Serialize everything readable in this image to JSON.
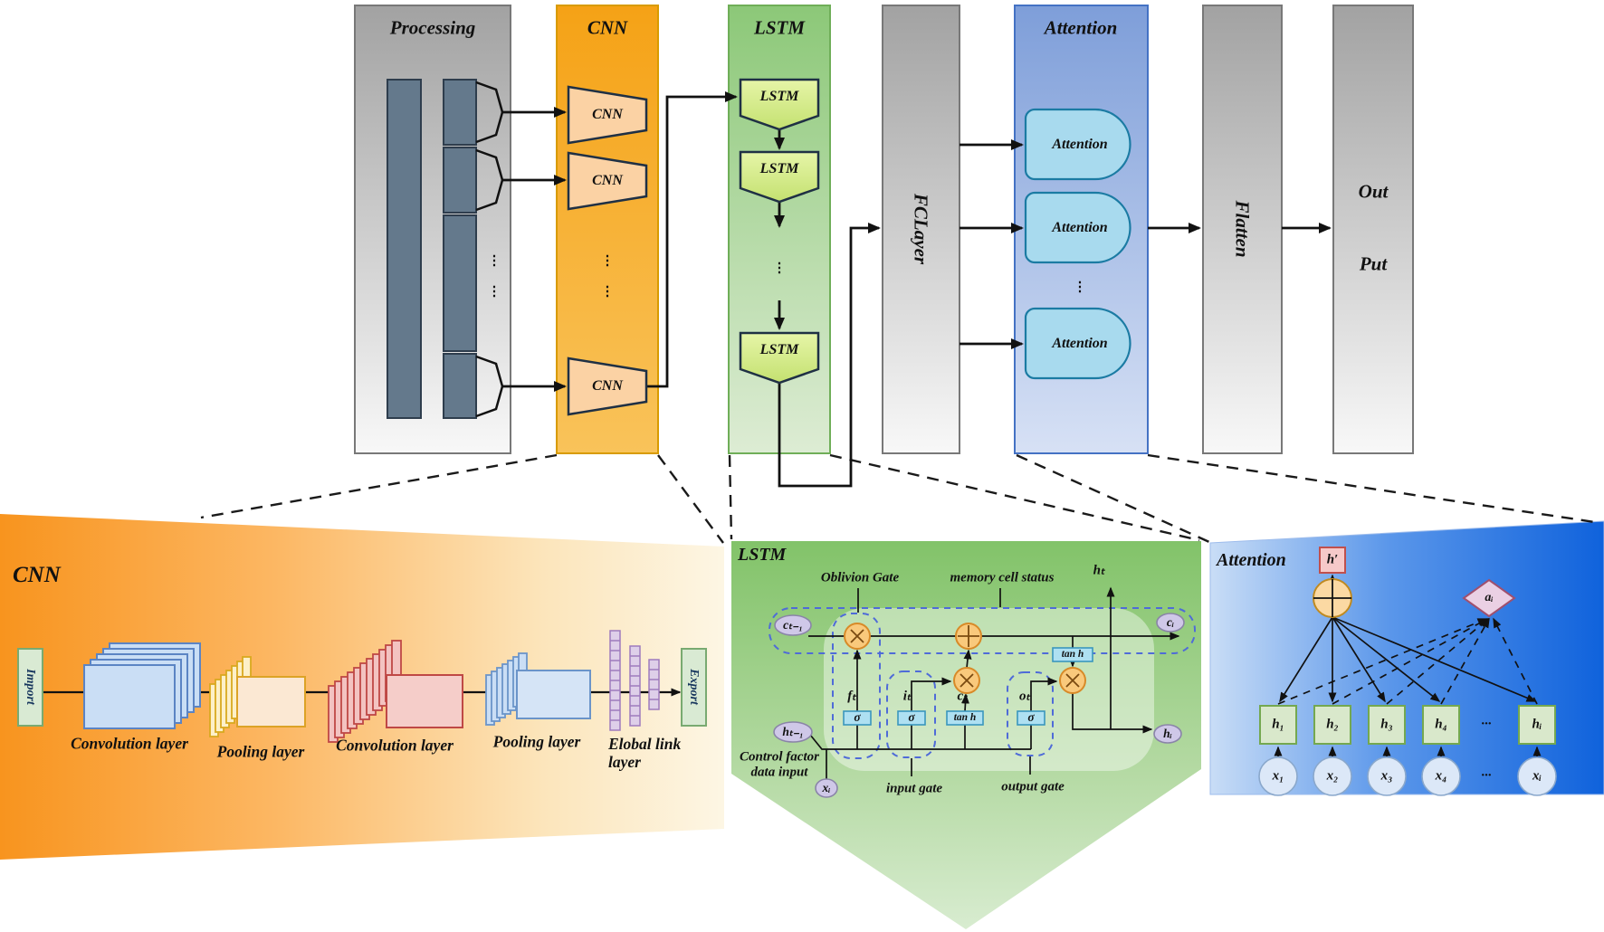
{
  "pipeline": {
    "processing": {
      "title": "Processing"
    },
    "cnn": {
      "title": "CNN",
      "block": "CNN"
    },
    "lstm": {
      "title": "LSTM",
      "block": "LSTM"
    },
    "fclayer": {
      "title": "FCLayer"
    },
    "attention": {
      "title": "Attention",
      "block": "Attention"
    },
    "flatten": {
      "title": "Flatten"
    },
    "out": {
      "line1": "Out",
      "line2": "Put"
    },
    "vdots": "⋮"
  },
  "cnn_panel": {
    "title": "CNN",
    "import_label": "Import",
    "export_label": "Export",
    "conv1_label": "Convolution layer",
    "pool1_label": "Pooling layer",
    "conv2_label": "Convolution layer",
    "pool2_label": "Pooling layer",
    "global_link_line1": "Elobal link",
    "global_link_line2": "layer"
  },
  "lstm_panel": {
    "title": "LSTM",
    "oblivion_gate_label": "Oblivion Gate",
    "memory_cell_label": "memory cell status",
    "control_factor_line1": "Control factor",
    "control_factor_line2": "data input",
    "input_gate_label": "input gate",
    "output_gate_label": "output gate",
    "nodes": {
      "c_prev": "cₜ₋₁",
      "h_prev": "hₜ₋₁",
      "x_input": "xᵢ",
      "c_out": "cᵢ",
      "h_out": "hᵢ",
      "h_top": "hₜ",
      "f_t": "fₜ",
      "i_t": "iₜ",
      "c_t": "cₜ",
      "o_t": "oₜ",
      "sigma": "σ",
      "tanh": "tan h"
    }
  },
  "attention_panel": {
    "title": "Attention",
    "h_prime": "h′",
    "a_i": "aᵢ",
    "h_units": [
      "h₁",
      "h₂",
      "h₃",
      "h₄",
      "hᵢ"
    ],
    "x_units": [
      "x₁",
      "x₂",
      "x₃",
      "x₄",
      "xᵢ"
    ],
    "hdots": "..."
  },
  "colors": {
    "amber_column": "#f5a216",
    "green_column": "#8cc878",
    "blue_panel": "#1266dc",
    "slate_bar": "#64798c",
    "attention_shape": "#a8daee",
    "gate_box": "#aee0f2",
    "node_ellipse": "#cfc8e8",
    "orange_operator": "#f9c97c",
    "dashed_gate_outline": "#4f6bd8"
  }
}
